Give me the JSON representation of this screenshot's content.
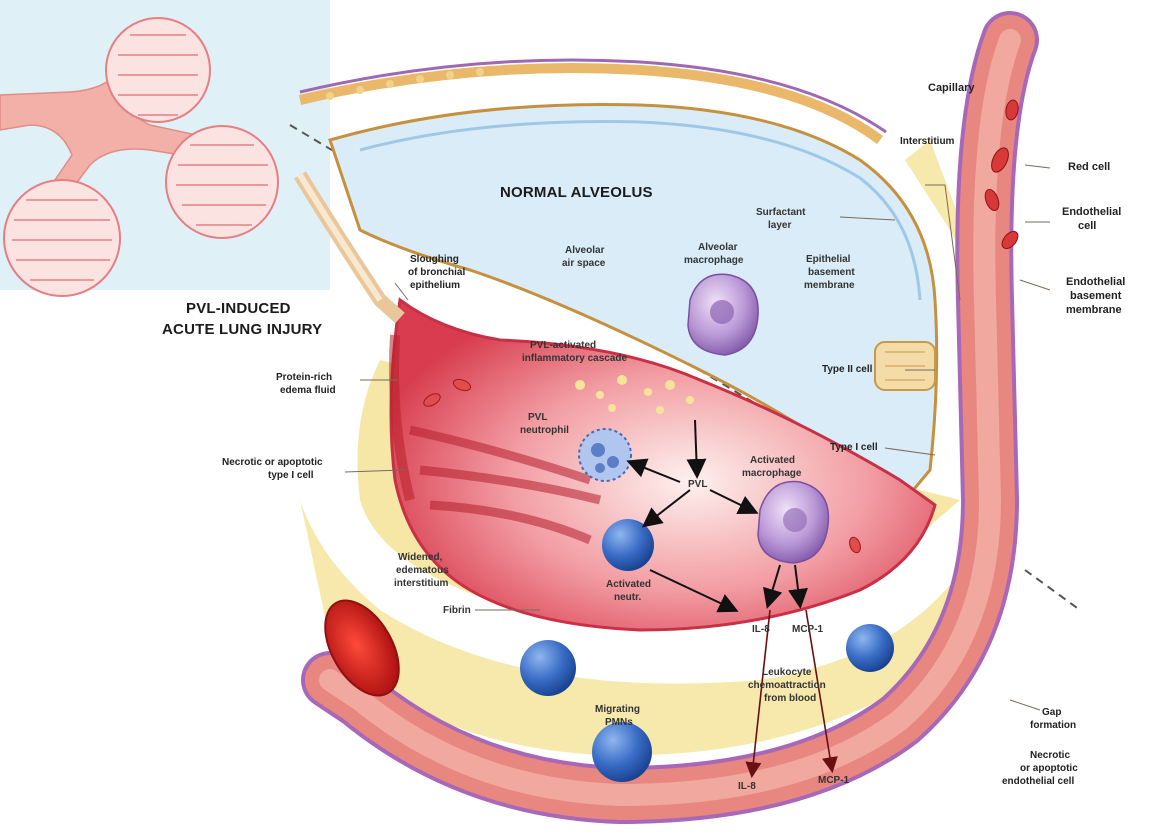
{
  "headings": {
    "normal_alveolus": "NORMAL ALVEOLUS",
    "injury_line1": "PVL-INDUCED",
    "injury_line2": "ACUTE LUNG INJURY"
  },
  "labels": {
    "capillary": "Capillary",
    "interstitium": "Interstitium",
    "red_cell": "Red cell",
    "endothelial_cell": [
      "Endothelial",
      "cell"
    ],
    "endothelial_bm": [
      "Endothelial",
      "basement",
      "membrane"
    ],
    "surfactant_layer": [
      "Surfactant",
      "layer"
    ],
    "alveolar_air_space": [
      "Alveolar",
      "air space"
    ],
    "alveolar_macrophage": [
      "Alveolar",
      "macrophage"
    ],
    "epithelial_bm": [
      "Epithelial",
      "basement",
      "membrane"
    ],
    "type_ii_cell": "Type II cell",
    "type_i_cell": "Type I cell",
    "sloughing": [
      "Sloughing",
      "of bronchial",
      "epithelium"
    ],
    "protein_rich": [
      "Protein-rich",
      "edema fluid"
    ],
    "necrotic_type1": [
      "Necrotic or apoptotic",
      "type I cell"
    ],
    "widened_interstitium": [
      "Widened,",
      "edematous",
      "interstitium"
    ],
    "fibrin": "Fibrin",
    "pvl_neutrophil": [
      "PVL",
      "neutrophil"
    ],
    "hyaline": [
      "PVL-activated",
      "inflammatory cascade"
    ],
    "activated_macrophage": [
      "Activated",
      "macrophage"
    ],
    "activated_neutrophil": [
      "Activated",
      "neutr."
    ],
    "migrating_pmns": [
      "Migrating",
      "PMNs"
    ],
    "leukocyte_chemo": [
      "Leukocyte",
      "chemoattraction",
      "from blood"
    ],
    "il8": "IL-8",
    "mcp1": "MCP-1",
    "pvl_center": "PVL",
    "il8_blood": "IL-8",
    "mcp1_blood": "MCP-1",
    "gap_formation": [
      "Gap",
      "formation"
    ],
    "necrotic_endo": [
      "Necrotic",
      "or apoptotic",
      "endothelial cell"
    ]
  },
  "colors": {
    "capillary": "#e8877f",
    "capillary_dark": "#c94a45",
    "alveolus_fill": "#d9ecf8",
    "injured": "#e35a66",
    "interstitium": "#f7e7a7",
    "neutrophil": "#2f62b8",
    "macrophage": "#b48cd0",
    "lung_pink": "#f4a9ab"
  }
}
